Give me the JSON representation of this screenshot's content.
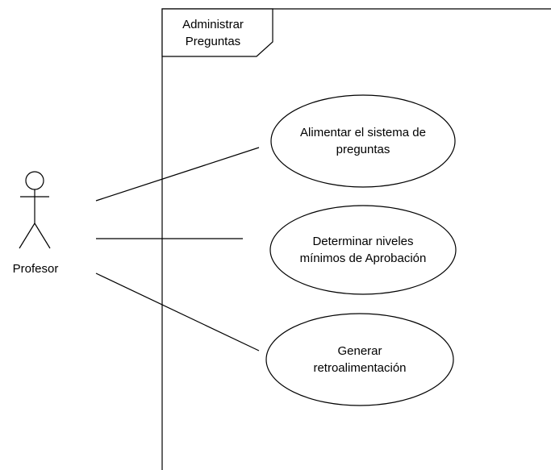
{
  "frame": {
    "title_line1": "Administrar",
    "title_line2": "Preguntas"
  },
  "actor": {
    "label": "Profesor",
    "icon": "stick-figure-actor"
  },
  "use_cases": [
    {
      "line1": "Alimentar el sistema de",
      "line2": "preguntas"
    },
    {
      "line1": "Determinar niveles",
      "line2": "mínimos de Aprobación"
    },
    {
      "line1": "Generar",
      "line2": "retroalimentación"
    }
  ],
  "colors": {
    "stroke": "#000000",
    "fill": "#ffffff",
    "text": "#000000"
  }
}
